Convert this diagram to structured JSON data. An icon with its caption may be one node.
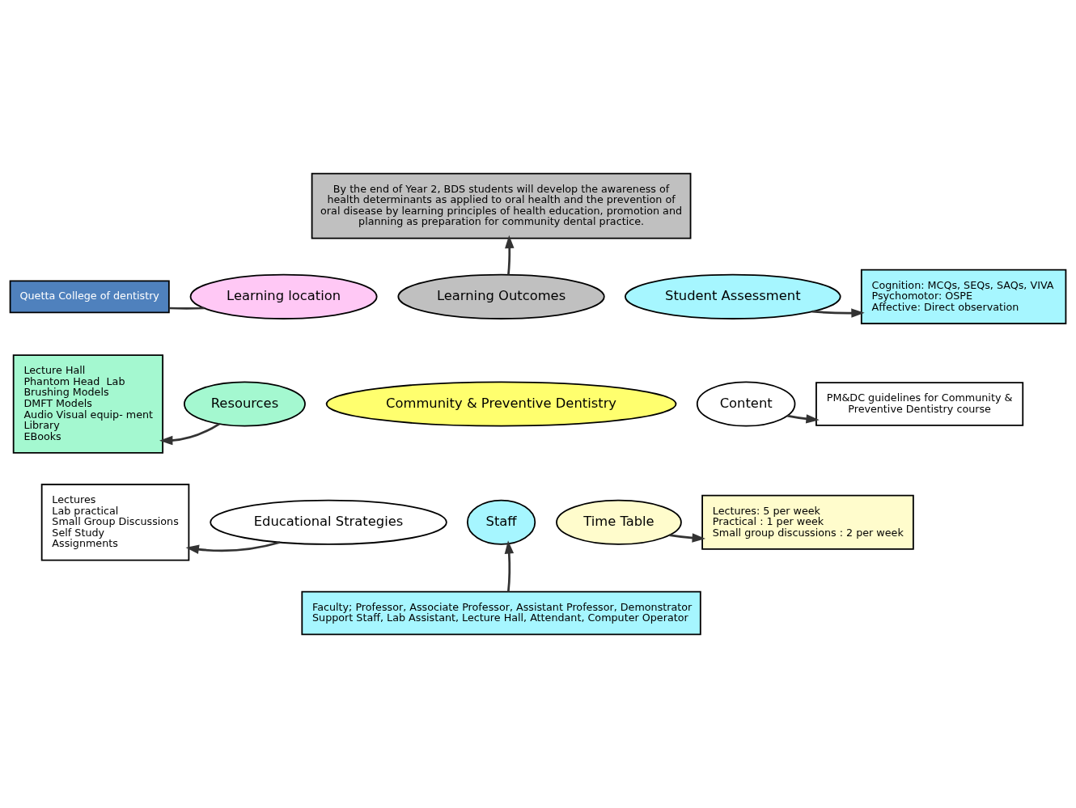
{
  "diagram": {
    "nodes": [
      {
        "text": [
          "Quetta College of dentistry"
        ]
      },
      {
        "text": [
          "Learning location"
        ]
      },
      {
        "text": [
          "Learning Outcomes"
        ]
      },
      {
        "text": [
          "By the end of Year 2, BDS students will develop the awareness of health determinants as applied to oral health and the prevention of oral disease by learning principles of health education, promotion and planning as preparation for community dental practice."
        ]
      },
      {
        "text": [
          "Student Assessment"
        ]
      },
      {
        "text": [
          "Cognition: MCQs, SEQs, SAQs, VIVA",
          "Psychomotor: OSPE",
          "Affective: Direct observation"
        ]
      },
      {
        "text": [
          "Community & Preventive Dentistry"
        ]
      },
      {
        "text": [
          "Resources"
        ]
      },
      {
        "text": [
          "Lecture Hall",
          "Phantom Head  Lab",
          "Brushing Models",
          "DMFT Models",
          "Audio Visual equip- ment",
          "Library",
          "EBooks"
        ]
      },
      {
        "text": [
          "Content"
        ]
      },
      {
        "text": [
          "PM&DC guidelines for Community & Preventive Dentistry course"
        ]
      },
      {
        "text": [
          "Educational Strategies"
        ]
      },
      {
        "text": [
          "Lectures",
          "Lab practical",
          "Small Group Discussions",
          "Self Study",
          "Assignments"
        ]
      },
      {
        "text": [
          "Staff"
        ]
      },
      {
        "text": [
          "Faculty; Professor, Associate Professor, Assistant Professor, Demonstrator",
          "Support Staff, Lab Assistant, Lecture Hall, Attendant, Computer Operator"
        ]
      },
      {
        "text": [
          "Time Table"
        ]
      },
      {
        "text": [
          "Lectures: 5 per week",
          "Practical : 1 per week",
          "Small group discussions : 2 per week"
        ]
      }
    ],
    "edges": [
      {
        "from": 0,
        "to": 1,
        "arrow": "none"
      },
      {
        "from": 2,
        "to": 3,
        "arrow": "to"
      },
      {
        "from": 4,
        "to": 5,
        "arrow": "to"
      },
      {
        "from": 7,
        "to": 8,
        "arrow": "to"
      },
      {
        "from": 9,
        "to": 10,
        "arrow": "to"
      },
      {
        "from": 11,
        "to": 12,
        "arrow": "to"
      },
      {
        "from": 14,
        "to": 13,
        "arrow": "to"
      },
      {
        "from": 15,
        "to": 16,
        "arrow": "to"
      }
    ]
  }
}
